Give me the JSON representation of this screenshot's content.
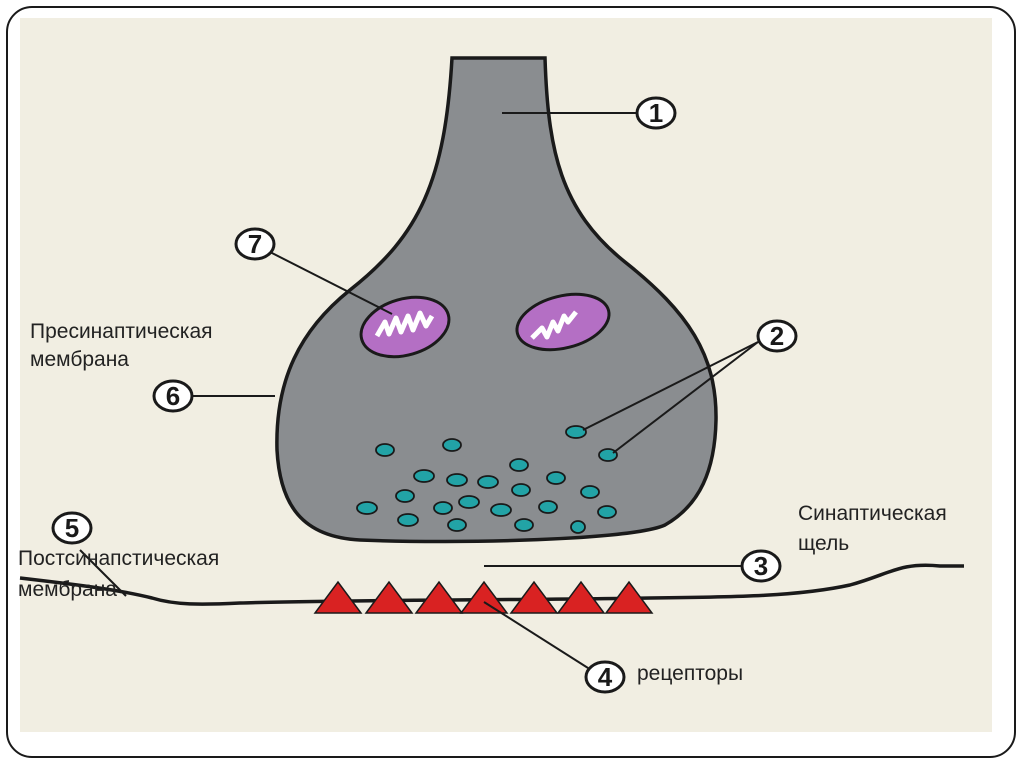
{
  "labels": {
    "presynaptic_line1": "Пресинаптическая",
    "presynaptic_line2": "мембрана",
    "postsynaptic_line1": "Постсинапстическая",
    "postsynaptic_line2": "мембрана",
    "cleft_line1": "Синаптическая",
    "cleft_line2": "щель",
    "receptors": "рецепторы"
  },
  "markers": [
    "1",
    "2",
    "3",
    "4",
    "5",
    "6",
    "7"
  ],
  "colors": {
    "terminal": "#8a8d90",
    "vesicle": "#22a3a6",
    "mitochondrion": "#b46fc4",
    "receptor": "#d92222",
    "background": "#f1eee2"
  }
}
